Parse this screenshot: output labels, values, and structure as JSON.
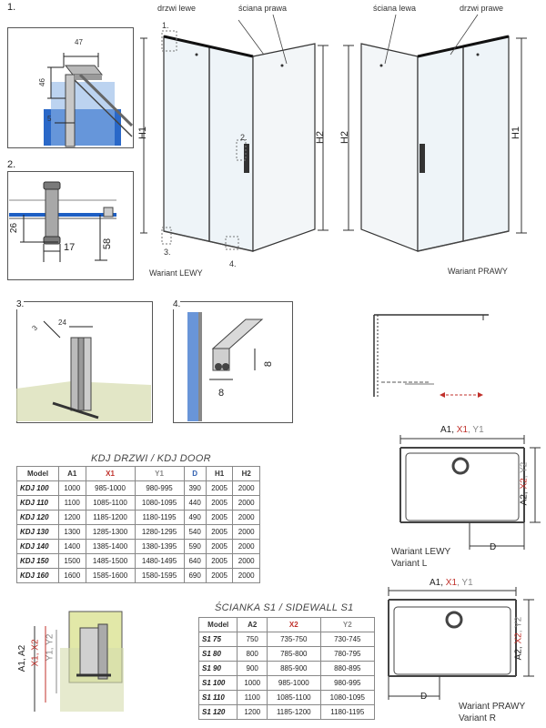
{
  "detail1": {
    "num": "1.",
    "dim_47": "47",
    "dim_46": "46",
    "dim_5": "5"
  },
  "detail2": {
    "num": "2.",
    "dim_26": "26",
    "dim_17": "17",
    "dim_58": "58"
  },
  "detail3": {
    "num": "3.",
    "dim_24": "24",
    "dim_3": "3"
  },
  "detail4": {
    "num": "4.",
    "dim_8a": "8",
    "dim_8b": "8"
  },
  "left_enclosure": {
    "door_label": "drzwi lewe",
    "wall_label": "ściana prawa",
    "h1": "H1",
    "h2": "H2",
    "marker1": "1.",
    "marker2": "2.",
    "marker3": "3.",
    "marker4": "4.",
    "variant": "Wariant LEWY"
  },
  "right_enclosure": {
    "wall_label": "ściana lewa",
    "door_label": "drzwi prawe",
    "h2": "H2",
    "h1": "H1",
    "variant": "Wariant PRAWY"
  },
  "door_table": {
    "title": "KDJ DRZWI / KDJ DOOR",
    "headers": [
      "Model",
      "A1",
      "X1",
      "Y1",
      "D",
      "H1",
      "H2"
    ],
    "rows": [
      [
        "KDJ 100",
        "1000",
        "985-1000",
        "980-995",
        "390",
        "2005",
        "2000"
      ],
      [
        "KDJ 110",
        "1100",
        "1085-1100",
        "1080-1095",
        "440",
        "2005",
        "2000"
      ],
      [
        "KDJ 120",
        "1200",
        "1185-1200",
        "1180-1195",
        "490",
        "2005",
        "2000"
      ],
      [
        "KDJ 130",
        "1300",
        "1285-1300",
        "1280-1295",
        "540",
        "2005",
        "2000"
      ],
      [
        "KDJ 140",
        "1400",
        "1385-1400",
        "1380-1395",
        "590",
        "2005",
        "2000"
      ],
      [
        "KDJ 150",
        "1500",
        "1485-1500",
        "1480-1495",
        "640",
        "2005",
        "2000"
      ],
      [
        "KDJ 160",
        "1600",
        "1585-1600",
        "1580-1595",
        "690",
        "2005",
        "2000"
      ]
    ]
  },
  "sidewall_table": {
    "title": "ŚCIANKA S1 / SIDEWALL S1",
    "headers": [
      "Model",
      "A2",
      "X2",
      "Y2"
    ],
    "rows": [
      [
        "S1 75",
        "750",
        "735-750",
        "730-745"
      ],
      [
        "S1 80",
        "800",
        "785-800",
        "780-795"
      ],
      [
        "S1 90",
        "900",
        "885-900",
        "880-895"
      ],
      [
        "S1 100",
        "1000",
        "985-1000",
        "980-995"
      ],
      [
        "S1 110",
        "1100",
        "1085-1100",
        "1080-1095"
      ],
      [
        "S1 120",
        "1200",
        "1185-1200",
        "1180-1195"
      ]
    ]
  },
  "plan_left": {
    "top_dim": [
      "A1, ",
      "X1",
      ", Y1"
    ],
    "side_dim": [
      "A2, ",
      "X2",
      ", Y2"
    ],
    "d": "D",
    "variant_pl": "Wariant LEWY",
    "variant_en": "Variant L"
  },
  "plan_right": {
    "top_dim": [
      "A1, ",
      "X1",
      ", Y1"
    ],
    "side_dim": [
      "A2, ",
      "X2",
      ", Y2"
    ],
    "d": "D",
    "variant_pl": "Wariant PRAWY",
    "variant_en": "Variant R"
  },
  "sidewall_detail": {
    "dim": [
      "A1, A2",
      "X1, X2",
      "Y1, Y2"
    ]
  }
}
